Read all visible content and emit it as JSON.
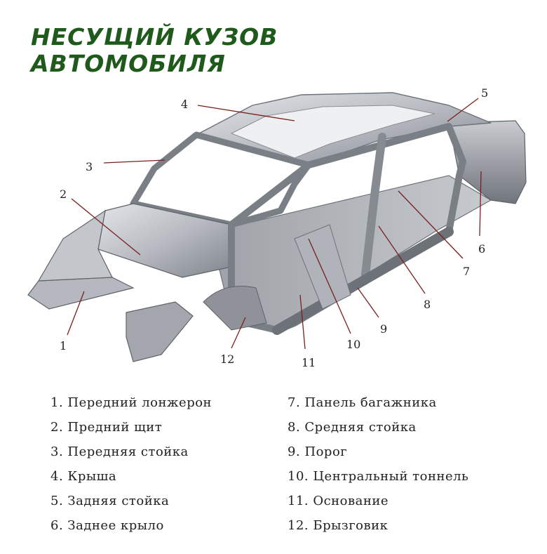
{
  "title": {
    "line1": "НЕСУЩИЙ КУЗОВ",
    "line2": "АВТОМОБИЛЯ"
  },
  "colors": {
    "title": "#1f5a1c",
    "body_light": "#d4d7db",
    "body_mid": "#a9adb3",
    "body_dark": "#6d7178",
    "leader": "#7a1e1e"
  },
  "callouts": [
    "1",
    "2",
    "3",
    "4",
    "5",
    "6",
    "7",
    "8",
    "9",
    "10",
    "11",
    "12"
  ],
  "legend": {
    "left": [
      "1. Передний лонжерон",
      "2. Предний щит",
      "3. Передняя стойка",
      "4. Крыша",
      "5. Задняя стойка",
      "6. Заднее крыло"
    ],
    "right": [
      "7. Панель багажника",
      "8. Средняя стойка",
      "9. Порог",
      "10. Центральный тоннель",
      "11. Основание",
      "12. Брызговик"
    ]
  }
}
